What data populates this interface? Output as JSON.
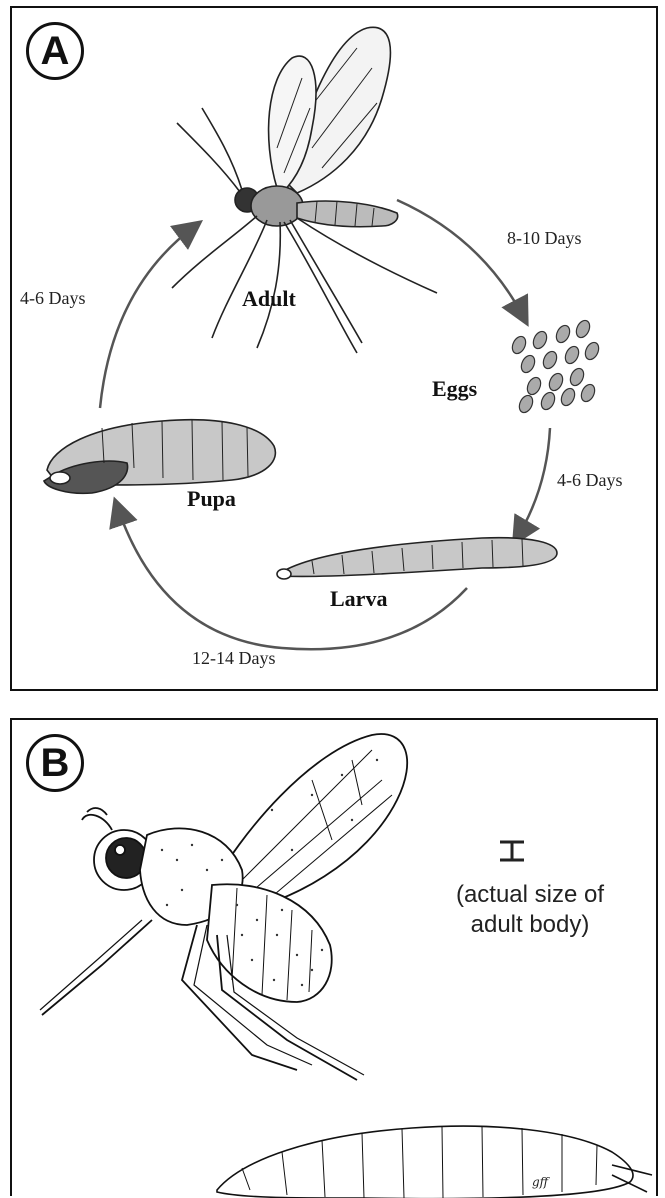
{
  "panel_a": {
    "label": "A",
    "stages": {
      "adult": "Adult",
      "eggs": "Eggs",
      "larva": "Larva",
      "pupa": "Pupa"
    },
    "durations": {
      "adult_to_eggs": "8-10 Days",
      "eggs_to_larva": "4-6 Days",
      "larva_to_pupa": "12-14 Days",
      "pupa_to_adult": "4-6 Days"
    }
  },
  "panel_b": {
    "label": "B",
    "scale_mark": "I",
    "size_note_line1": "(actual size of",
    "size_note_line2": "adult body)",
    "signature": "gff"
  },
  "colors": {
    "line": "#222222",
    "larva_fill": "#c8c8c8",
    "pupa_dark": "#555555"
  }
}
